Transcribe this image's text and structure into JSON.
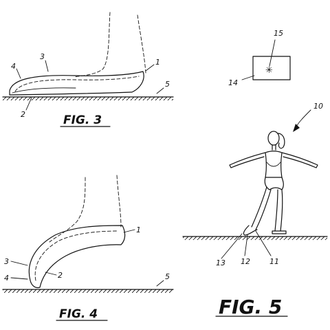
{
  "figures": {
    "fig3": {
      "caption": "FIG. 3",
      "refs": {
        "r1": "1",
        "r2": "2",
        "r3": "3",
        "r4": "4",
        "r5": "5"
      }
    },
    "fig4": {
      "caption": "FIG. 4",
      "refs": {
        "r1": "1",
        "r2": "2",
        "r3": "3",
        "r4": "4",
        "r5": "5"
      }
    },
    "fig5": {
      "caption": "FIG. 5",
      "refs": {
        "r10": "10",
        "r11": "11",
        "r12": "12",
        "r13": "13",
        "r14": "14",
        "r15": "15"
      }
    }
  }
}
